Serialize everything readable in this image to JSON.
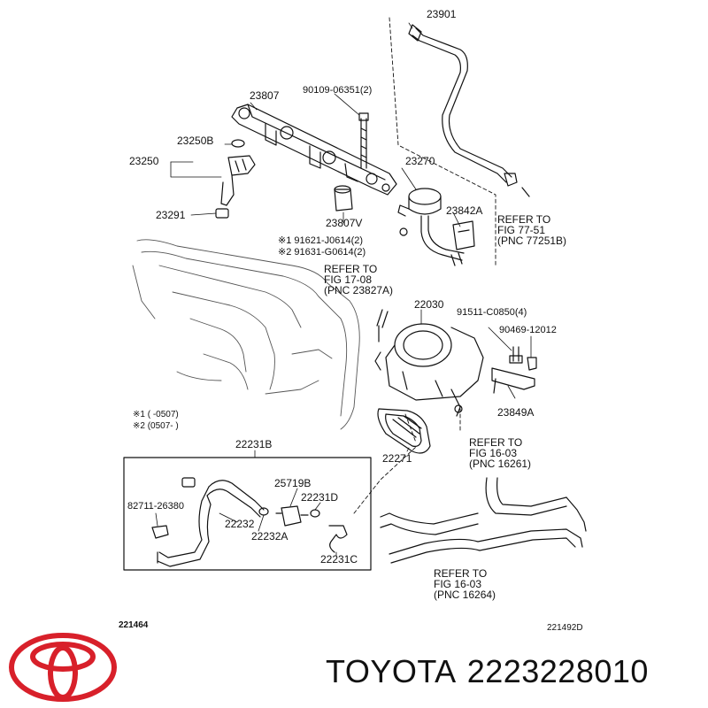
{
  "labels": {
    "p23901": "23901",
    "p90109": "90109-06351(2)",
    "p23807": "23807",
    "p23250b": "23250B",
    "p23250": "23250",
    "p23270": "23270",
    "p23291": "23291",
    "p23842a": "23842A",
    "p23807v": "23807V",
    "p91621": "※1 91621-J0614(2)",
    "p91631": "※2 91631-G0614(2)",
    "p22030": "22030",
    "p91511": "91511-C0850(4)",
    "p90469": "90469-12012",
    "p23849a": "23849A",
    "p22271": "22271",
    "p22231b": "22231B",
    "p25719b": "25719B",
    "p22231d": "22231D",
    "p82711": "82711-26380",
    "p22232": "22232",
    "p22232a": "22232A",
    "p22231c": "22231C"
  },
  "notes": {
    "n1": "※1 (      -0507)",
    "n2": "※2 (0507-      )"
  },
  "refs": {
    "r1": [
      "REFER TO",
      "FIG 77-51",
      "(PNC 77251B)"
    ],
    "r2": [
      "REFER TO",
      "FIG 17-08",
      "(PNC 23827A)"
    ],
    "r3": [
      "REFER TO",
      "FIG 16-03",
      "(PNC 16261)"
    ],
    "r4": [
      "REFER TO",
      "FIG 16-03",
      "(PNC 16264)"
    ]
  },
  "codes": {
    "left": "221464",
    "right": "221492D"
  },
  "brand": {
    "name": "TOYOTA",
    "part_number": "2223228010",
    "logo_color": "#d8202a"
  }
}
